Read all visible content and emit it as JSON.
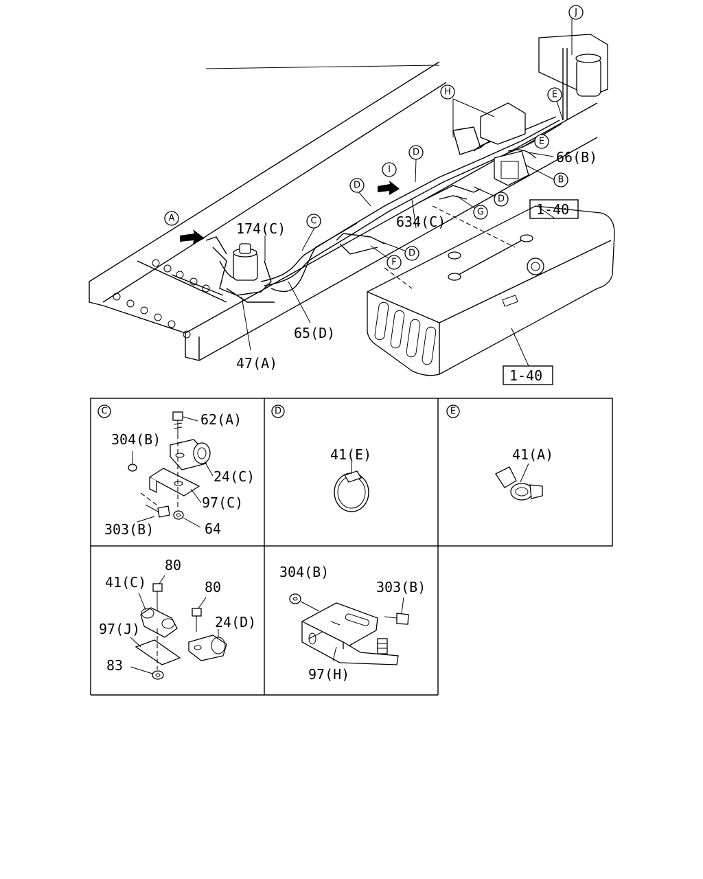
{
  "diagram": {
    "callouts": {
      "A": "A",
      "C": "C",
      "D1": "D",
      "D2": "D",
      "D3": "D",
      "D4": "D",
      "E1": "E",
      "E2": "E",
      "F": "F",
      "G": "G",
      "H": "H",
      "I": "I",
      "J": "J",
      "B": "B"
    },
    "labels": {
      "p174c": "174(C)",
      "p634c": "634(C)",
      "p66b": "66(B)",
      "p65d": "65(D)",
      "p47a": "47(A)",
      "ref1": "1-40",
      "ref2": "1-40"
    },
    "panels": {
      "c": {
        "title": "C",
        "parts": [
          "62(A)",
          "304(B)",
          "24(C)",
          "97(C)",
          "303(B)",
          "64"
        ]
      },
      "d": {
        "title": "D",
        "parts": [
          "41(E)"
        ]
      },
      "e": {
        "title": "E",
        "parts": [
          "41(A)"
        ]
      },
      "f": {
        "parts": [
          "80",
          "41(C)",
          "80",
          "24(D)",
          "97(J)",
          "83"
        ]
      },
      "g": {
        "parts": [
          "304(B)",
          "303(B)",
          "97(H)"
        ]
      }
    }
  }
}
